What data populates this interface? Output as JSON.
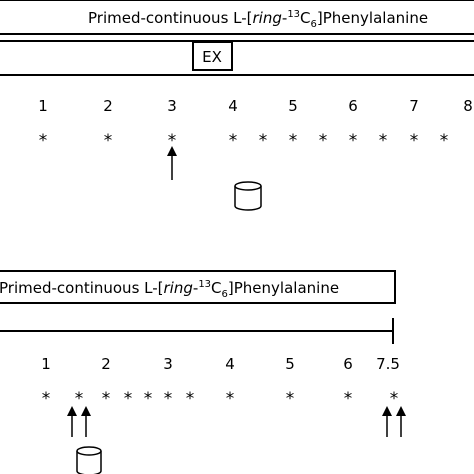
{
  "protocol_top": {
    "infusion_label": {
      "prefix": "Primed-continuous L-[",
      "ring": "ring",
      "dash": "-",
      "isotope_mass": "13",
      "element": "C",
      "subscript": "6",
      "suffix": "]Phenylalanine"
    },
    "ex_label": "EX",
    "time_labels": [
      "1",
      "2",
      "3",
      "4",
      "5",
      "6",
      "7",
      "8"
    ]
  },
  "protocol_bottom": {
    "infusion_label": {
      "prefix": "Primed-continuous L-[",
      "ring": "ring",
      "dash": "-",
      "isotope_mass": "13",
      "element": "C",
      "subscript": "6",
      "suffix": "]Phenylalanine"
    },
    "time_labels": [
      "1",
      "2",
      "3",
      "4",
      "5",
      "6",
      "7.5"
    ]
  },
  "sample_marker": "*"
}
